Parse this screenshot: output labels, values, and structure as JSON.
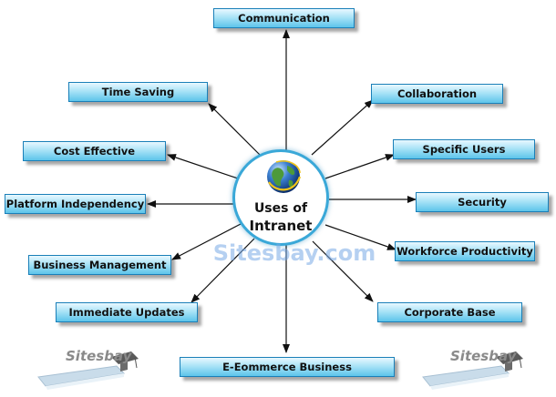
{
  "center": {
    "line1": "Uses of",
    "line2": "Intranet"
  },
  "watermark": "Sitesbay.com",
  "logos": {
    "left": "Sitesbay",
    "right": "Sitesbay"
  },
  "nodes": [
    "Communication",
    "Time Saving",
    "Collaboration",
    "Cost Effective",
    "Specific Users",
    "Platform Independency",
    "Security",
    "Business Management",
    "Workforce Productivity",
    "Immediate Updates",
    "Corporate Base",
    "E-Eommerce Business"
  ],
  "colors": {
    "box_border": "#1a7fb8",
    "box_fill": "#7fd2f0",
    "hub_border": "#3aa8d8",
    "arrow": "#111111"
  }
}
